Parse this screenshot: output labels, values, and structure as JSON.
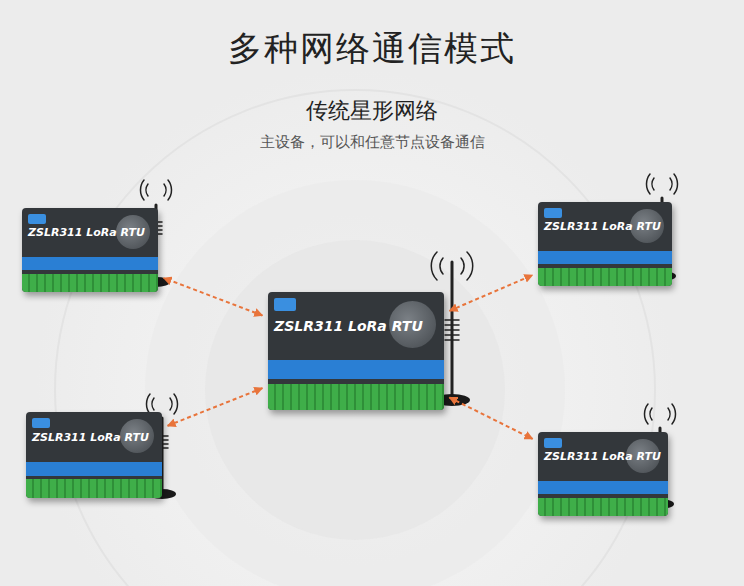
{
  "diagram": {
    "title": "多种网络通信模式",
    "nodes": [
      {
        "text": [
          "ZSLR311 LoRa RTU"
        ]
      },
      {
        "text": [
          "ZSLR311 LoRa RTU"
        ]
      },
      {
        "text": [
          "ZSLR311 LoRa RTU"
        ]
      },
      {
        "text": [
          "ZSLR311 LoRa RTU"
        ]
      },
      {
        "text": [
          "ZSLR311 LoRa RTU"
        ]
      }
    ],
    "edges": [
      {
        "from": 2,
        "to": 0,
        "arrow": "both"
      },
      {
        "from": 2,
        "to": 1,
        "arrow": "both"
      },
      {
        "from": 2,
        "to": 3,
        "arrow": "both"
      },
      {
        "from": 2,
        "to": 4,
        "arrow": "both"
      }
    ],
    "labels": [
      "传统星形网络",
      "主设备，可以和任意节点设备通信"
    ]
  }
}
